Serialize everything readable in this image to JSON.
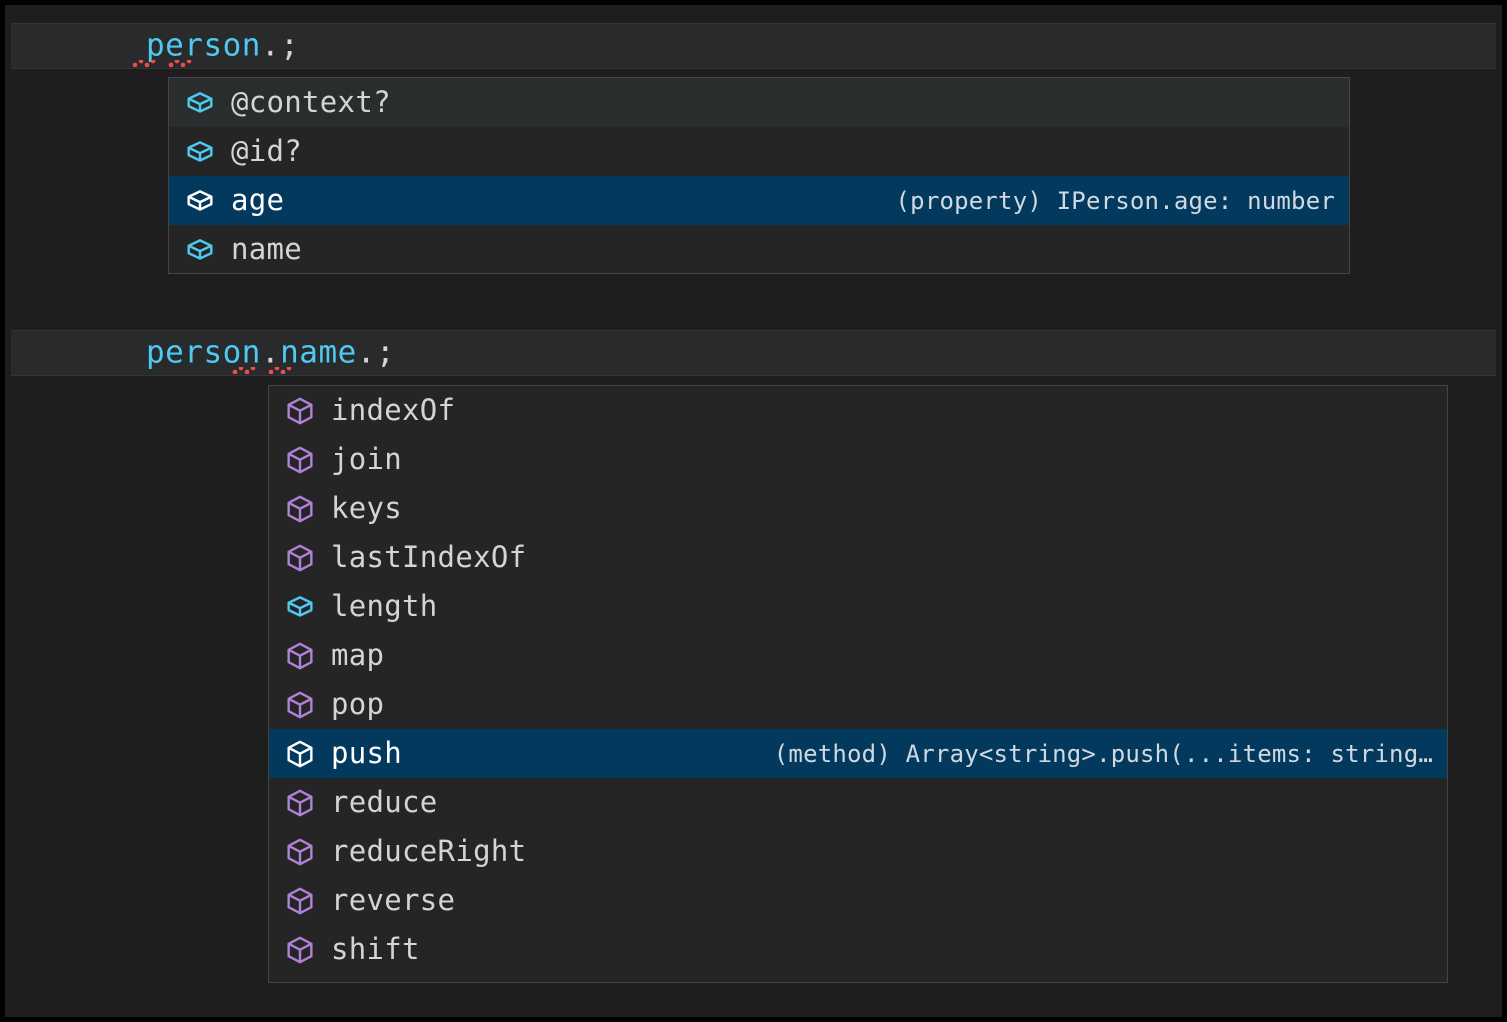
{
  "editor": {
    "theme_colors": {
      "background": "#1e1e1e",
      "current_line": "#282a2c",
      "popup_background": "#252526",
      "popup_border": "#454545",
      "selection": "#04395e",
      "hover": "#2a2d2e",
      "identifier": "#4ec9f0",
      "punctuation": "#d4d4d4",
      "error_squiggle": "#f14c4c",
      "icon_property": "#4ec9f0",
      "icon_method": "#b180d7",
      "icon_selected": "#ffffff"
    },
    "lines": [
      {
        "id": "line-1",
        "segments": [
          {
            "text": "person",
            "kind": "identifier"
          },
          {
            "text": ".;",
            "kind": "punctuation"
          }
        ],
        "plain": "person.;"
      },
      {
        "id": "line-2",
        "segments": [
          {
            "text": "person",
            "kind": "identifier"
          },
          {
            "text": ".",
            "kind": "punctuation"
          },
          {
            "text": "name",
            "kind": "identifier"
          },
          {
            "text": ".;",
            "kind": "punctuation"
          }
        ],
        "plain": "person.name.;"
      }
    ]
  },
  "suggestion_popups": [
    {
      "id": "person-members",
      "for_expression": "person.",
      "items": [
        {
          "label": "@context?",
          "icon": "property-cube-icon",
          "icon_color": "#4ec9f0",
          "state": "hovered",
          "detail": ""
        },
        {
          "label": "@id?",
          "icon": "property-cube-icon",
          "icon_color": "#4ec9f0",
          "state": "normal",
          "detail": ""
        },
        {
          "label": "age",
          "icon": "property-cube-icon",
          "icon_color": "#ffffff",
          "state": "selected",
          "detail": "(property) IPerson.age: number"
        },
        {
          "label": "name",
          "icon": "property-cube-icon",
          "icon_color": "#4ec9f0",
          "state": "normal",
          "detail": ""
        }
      ]
    },
    {
      "id": "name-members",
      "for_expression": "person.name.",
      "items": [
        {
          "label": "indexOf",
          "icon": "method-cube-icon",
          "icon_color": "#b180d7",
          "state": "normal",
          "detail": ""
        },
        {
          "label": "join",
          "icon": "method-cube-icon",
          "icon_color": "#b180d7",
          "state": "normal",
          "detail": ""
        },
        {
          "label": "keys",
          "icon": "method-cube-icon",
          "icon_color": "#b180d7",
          "state": "normal",
          "detail": ""
        },
        {
          "label": "lastIndexOf",
          "icon": "method-cube-icon",
          "icon_color": "#b180d7",
          "state": "normal",
          "detail": ""
        },
        {
          "label": "length",
          "icon": "property-cube-icon",
          "icon_color": "#4ec9f0",
          "state": "normal",
          "detail": ""
        },
        {
          "label": "map",
          "icon": "method-cube-icon",
          "icon_color": "#b180d7",
          "state": "normal",
          "detail": ""
        },
        {
          "label": "pop",
          "icon": "method-cube-icon",
          "icon_color": "#b180d7",
          "state": "normal",
          "detail": ""
        },
        {
          "label": "push",
          "icon": "method-cube-icon",
          "icon_color": "#ffffff",
          "state": "selected",
          "detail": "(method) Array<string>.push(...items: string…"
        },
        {
          "label": "reduce",
          "icon": "method-cube-icon",
          "icon_color": "#b180d7",
          "state": "normal",
          "detail": ""
        },
        {
          "label": "reduceRight",
          "icon": "method-cube-icon",
          "icon_color": "#b180d7",
          "state": "normal",
          "detail": ""
        },
        {
          "label": "reverse",
          "icon": "method-cube-icon",
          "icon_color": "#b180d7",
          "state": "normal",
          "detail": ""
        },
        {
          "label": "shift",
          "icon": "method-cube-icon",
          "icon_color": "#b180d7",
          "state": "normal",
          "detail": ""
        }
      ]
    }
  ]
}
